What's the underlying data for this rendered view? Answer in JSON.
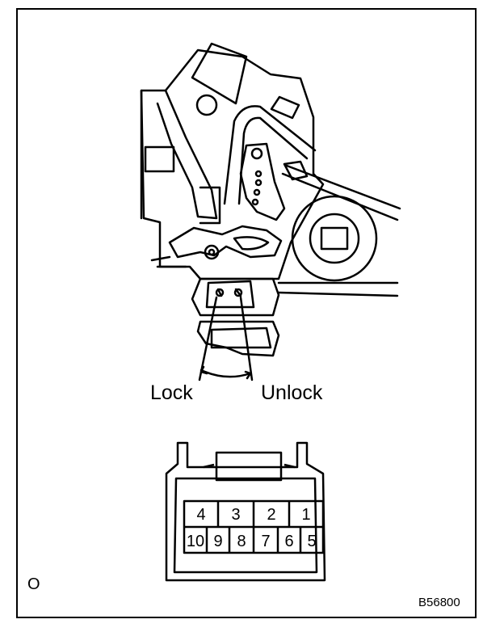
{
  "labels": {
    "lock": "Lock",
    "unlock": "Unlock",
    "corner_mark": "O",
    "figure_code": "B56800"
  },
  "connector": {
    "top_row": [
      "4",
      "3",
      "2",
      "1"
    ],
    "bottom_row": [
      "10",
      "9",
      "8",
      "7",
      "6",
      "5"
    ]
  }
}
